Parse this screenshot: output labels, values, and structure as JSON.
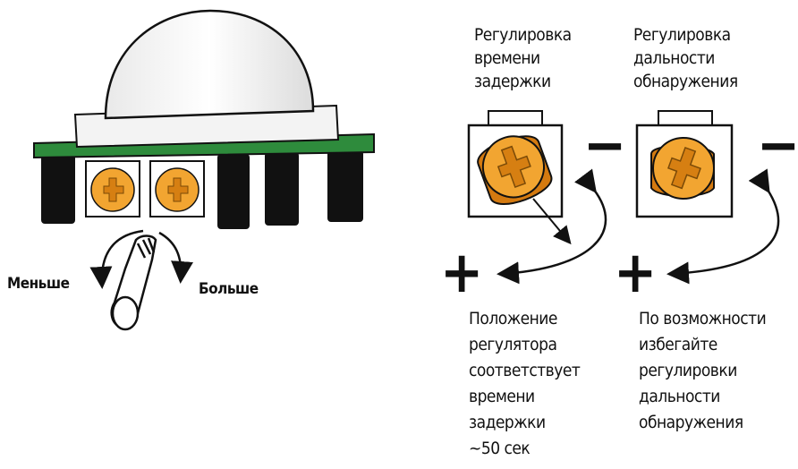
{
  "labels": {
    "less": "Меньше",
    "more": "Больше",
    "delay_title": "Регулировка\nвремени\nзадержки",
    "range_title": "Регулировка\nдальности\nобнаружения",
    "delay_note": "Положение\nрегулятора\nсоответствует\nвремени\nзадержки\n~50 сек",
    "range_note": "По возможности\nизбегайте\nрегулировки\nдальности\nобнаружения"
  },
  "signs": {
    "minus": "−",
    "plus": "+"
  },
  "colors": {
    "pcb": "#2e8b3c",
    "pot": "#f2a531",
    "ink": "#111111"
  }
}
